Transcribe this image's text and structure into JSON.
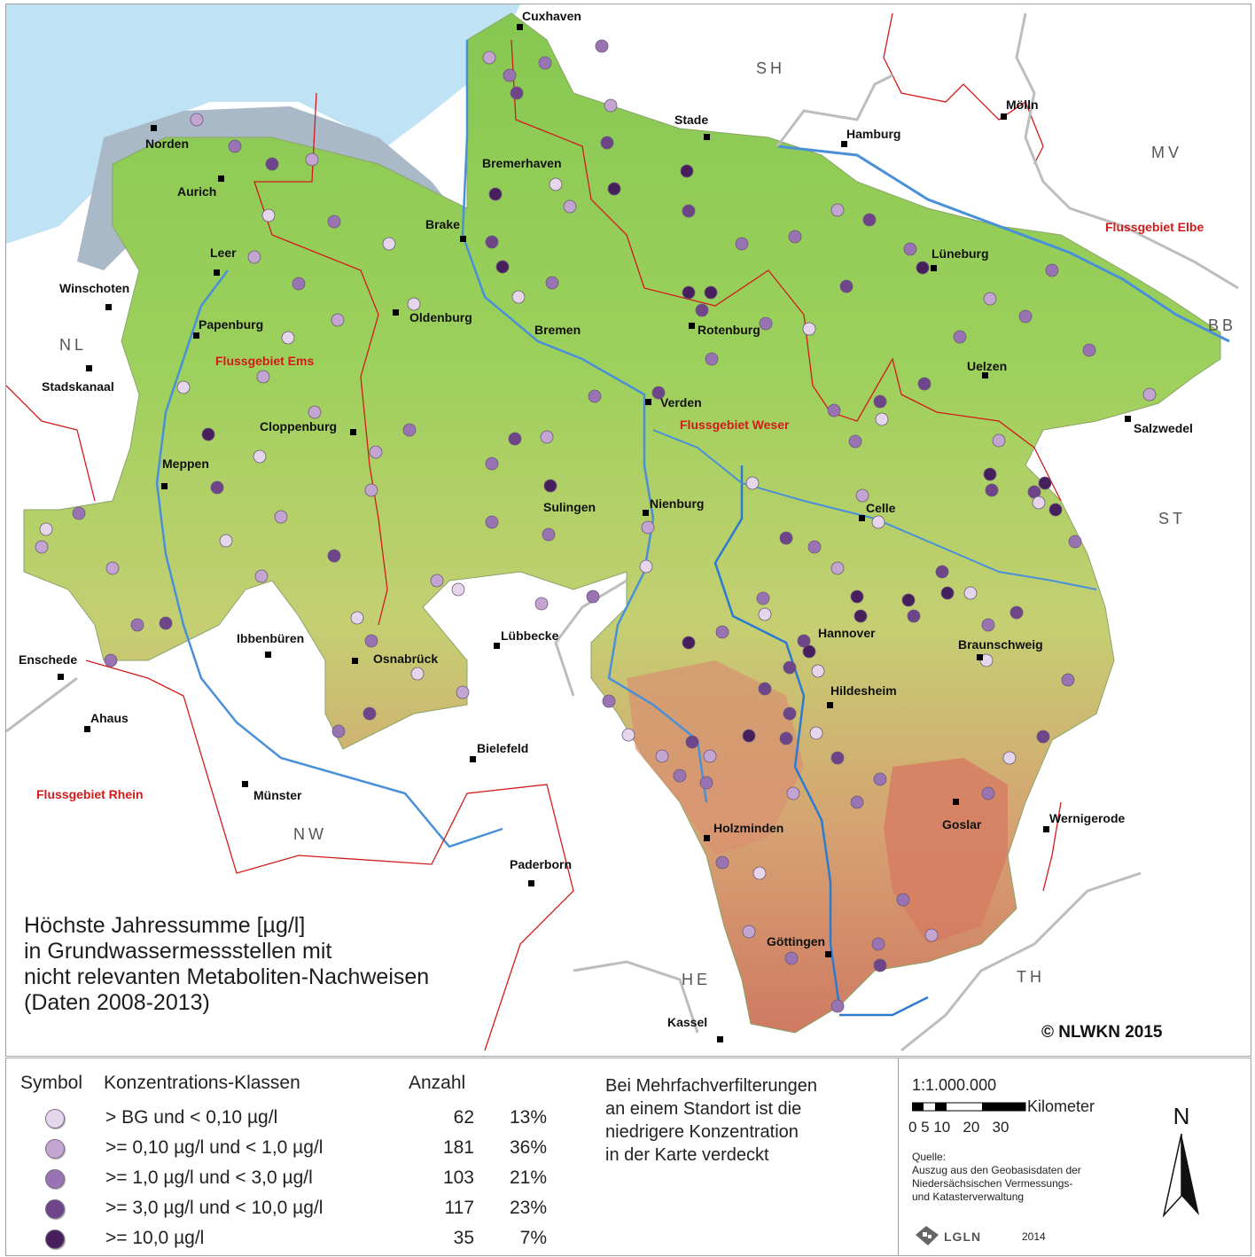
{
  "map": {
    "title_lines": "Höchste Jahressumme [µg/l]\nin Grundwassermessstellen mit\nnicht relevanten Metaboliten-Nachweisen\n(Daten 2008-2013)",
    "copyright": "© NLWKN 2015",
    "places": {
      "cuxhaven": "Cuxhaven",
      "stade": "Stade",
      "hamburg": "Hamburg",
      "moelln": "Mölln",
      "norden": "Norden",
      "aurich": "Aurich",
      "bremerhaven": "Bremerhaven",
      "brake": "Brake",
      "leer": "Leer",
      "winschoten": "Winschoten",
      "papenburg": "Papenburg",
      "oldenburg": "Oldenburg",
      "bremen": "Bremen",
      "rotenburg": "Rotenburg",
      "lueneburg": "Lüneburg",
      "stadskanaal": "Stadskanaal",
      "uelzen": "Uelzen",
      "verden": "Verden",
      "cloppenburg": "Cloppenburg",
      "salzwedel": "Salzwedel",
      "meppen": "Meppen",
      "sulingen": "Sulingen",
      "nienburg": "Nienburg",
      "celle": "Celle",
      "hannover": "Hannover",
      "ibbenbueren": "Ibbenbüren",
      "luebbecke": "Lübbecke",
      "braunschweig": "Braunschweig",
      "osnabrueck": "Osnabrück",
      "enschede": "Enschede",
      "hildesheim": "Hildesheim",
      "ahaus": "Ahaus",
      "bielefeld": "Bielefeld",
      "muenster": "Münster",
      "wernigerode": "Wernigerode",
      "holzminden": "Holzminden",
      "goslar": "Goslar",
      "paderborn": "Paderborn",
      "goettingen": "Göttingen",
      "kassel": "Kassel"
    },
    "regions": {
      "elbe": "Flussgebiet Elbe",
      "ems": "Flussgebiet Ems",
      "weser": "Flussgebiet Weser",
      "rhein": "Flussgebiet Rhein"
    },
    "states": {
      "sh": "SH",
      "mv": "MV",
      "nl": "NL",
      "bb": "BB",
      "st": "ST",
      "nw": "NW",
      "he": "HE",
      "th": "TH"
    },
    "colors": {
      "sea": "#bfe3f5",
      "lowland": "#8fcf5a",
      "upland": "#c7d27a",
      "mountain": "#d38a6a",
      "river": "#4a90d9",
      "border": "#d11b1b",
      "state_border": "#b8b8b8"
    }
  },
  "legend": {
    "symbol_header": "Symbol",
    "class_header": "Konzentrations-Klassen",
    "count_header": "Anzahl",
    "classes": [
      {
        "label": "> BG und < 0,10 µg/l",
        "count": "62",
        "percent": "13%",
        "color": "#e6d6ec"
      },
      {
        "label": ">= 0,10 µg/l und < 1,0 µg/l",
        "count": "181",
        "percent": "36%",
        "color": "#c4a5d2"
      },
      {
        "label": ">= 1,0 µg/l und < 3,0 µg/l",
        "count": "103",
        "percent": "21%",
        "color": "#9a73b2"
      },
      {
        "label": ">= 3,0 µg/l und < 10,0 µg/l",
        "count": "117",
        "percent": "23%",
        "color": "#6f4589"
      },
      {
        "label": ">= 10,0 µg/l",
        "count": "35",
        "percent": "7%",
        "color": "#471f5c"
      }
    ],
    "note": "Bei Mehrfachverfilterungen\nan einem Standort ist die\nniedrigere Konzentration\nin der Karte verdeckt",
    "scale": "1:1.000.000",
    "scale_unit": "Kilometer",
    "scale_ticks": "0 5 10   20   30",
    "source": "Quelle:\nAuszug aus den Geobasisdaten der\nNiedersächsischen Vermessungs-\nund Katasterverwaltung",
    "logo": "LGLN",
    "year": "2014",
    "north": "N"
  }
}
